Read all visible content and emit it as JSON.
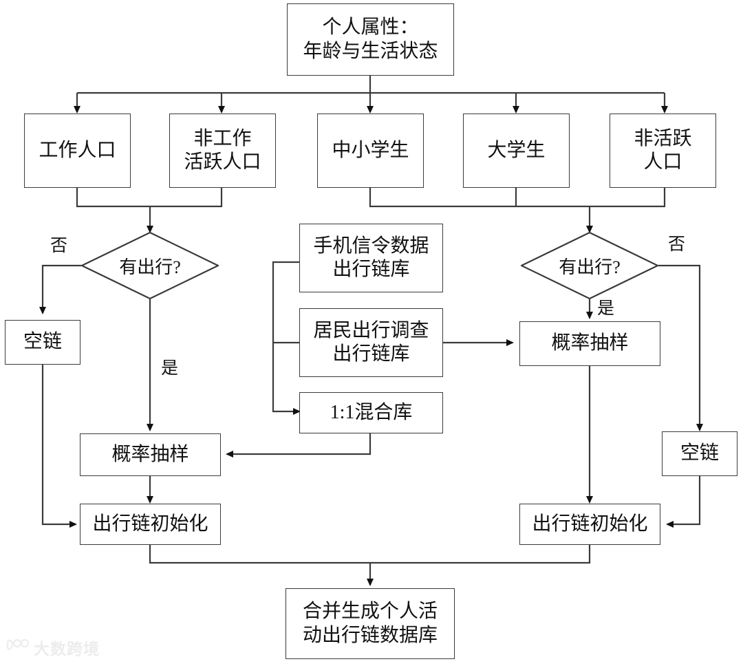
{
  "diagram": {
    "title_text": "个人属性：\n年龄与生活状态",
    "nodes": {
      "root": "个人属性：\n年龄与生活状态",
      "pop_working": "工作人口",
      "pop_nonworking_active": "非工作\n活跃人口",
      "students_school": "中小学生",
      "students_college": "大学生",
      "pop_inactive": "非活跃\n人口",
      "decision_left": "有出行?",
      "decision_right": "有出行?",
      "empty_chain_left": "空链",
      "empty_chain_right": "空链",
      "db_mobile_signal": "手机信令数据\n出行链库",
      "db_travel_survey": "居民出行调查\n出行链库",
      "db_mix": "1:1混合库",
      "sampling_left": "概率抽样",
      "sampling_right": "概率抽样",
      "init_chain_left": "出行链初始化",
      "init_chain_right": "出行链初始化",
      "final_merge": "合并生成个人活\n动出行链数据库"
    },
    "edge_labels": {
      "left_no": "否",
      "left_yes": "是",
      "right_no": "否",
      "right_yes": "是"
    },
    "colors": {
      "stroke": "#3a3a3a",
      "arrow": "#111111",
      "background": "#ffffff",
      "text": "#111111"
    }
  },
  "watermark": {
    "text": "大数跨境",
    "logo_icon": "paw-logo-icon"
  }
}
